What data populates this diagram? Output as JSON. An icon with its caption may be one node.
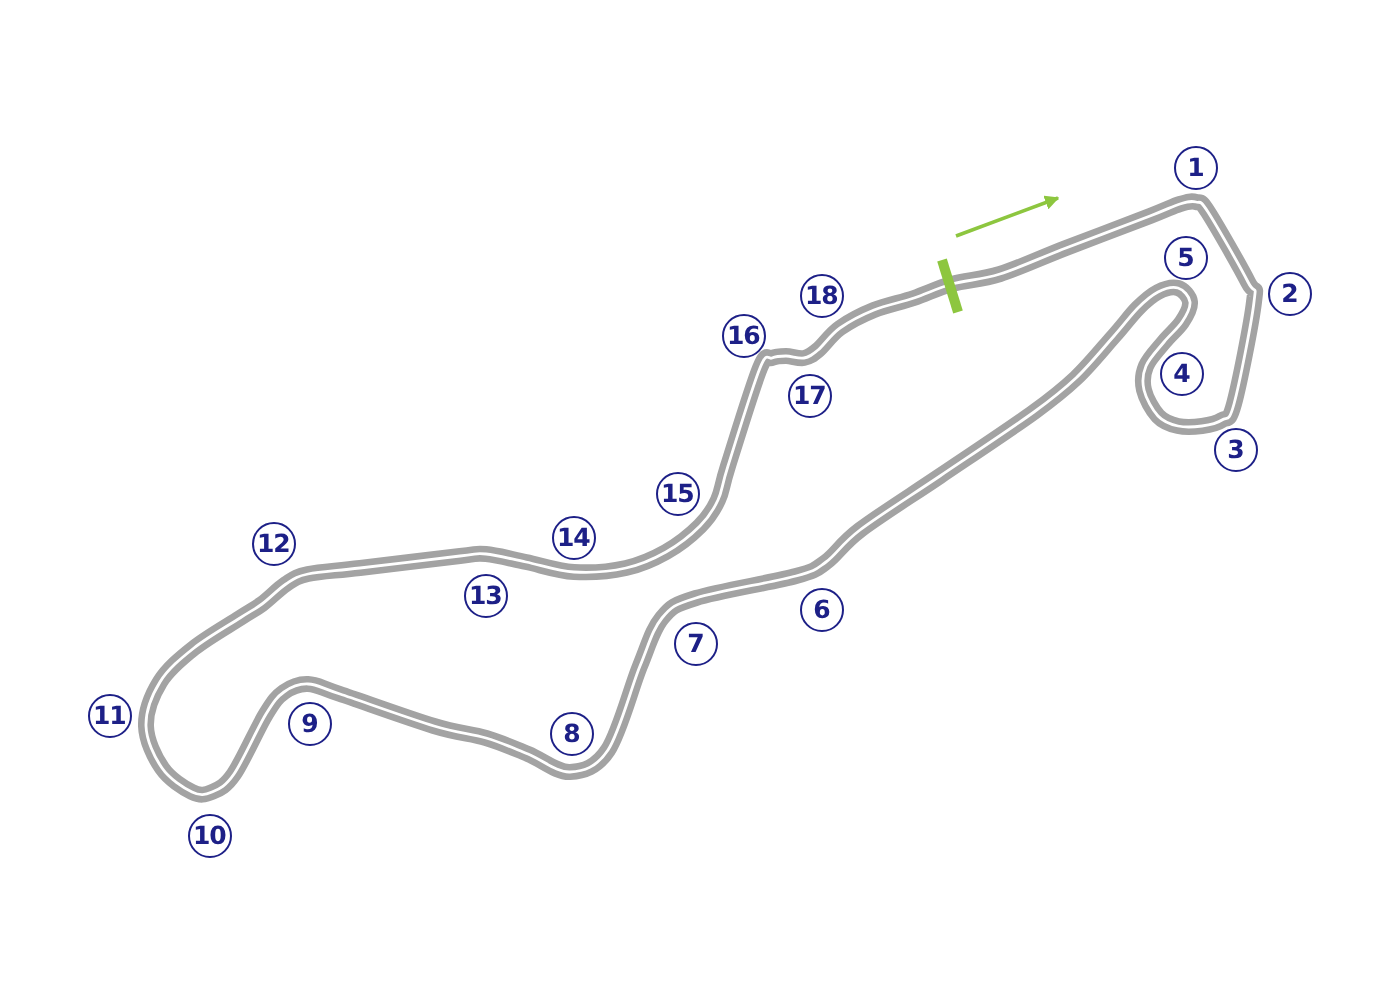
{
  "diagram": {
    "nodes": [
      {
        "text": [
          "1"
        ]
      },
      {
        "text": [
          "2"
        ]
      },
      {
        "text": [
          "3"
        ]
      },
      {
        "text": [
          "4"
        ]
      },
      {
        "text": [
          "5"
        ]
      },
      {
        "text": [
          "6"
        ]
      },
      {
        "text": [
          "7"
        ]
      },
      {
        "text": [
          "8"
        ]
      },
      {
        "text": [
          "9"
        ]
      },
      {
        "text": [
          "10"
        ]
      },
      {
        "text": [
          "11"
        ]
      },
      {
        "text": [
          "12"
        ]
      },
      {
        "text": [
          "13"
        ]
      },
      {
        "text": [
          "14"
        ]
      },
      {
        "text": [
          "15"
        ]
      },
      {
        "text": [
          "16"
        ]
      },
      {
        "text": [
          "17"
        ]
      },
      {
        "text": [
          "18"
        ]
      }
    ]
  }
}
